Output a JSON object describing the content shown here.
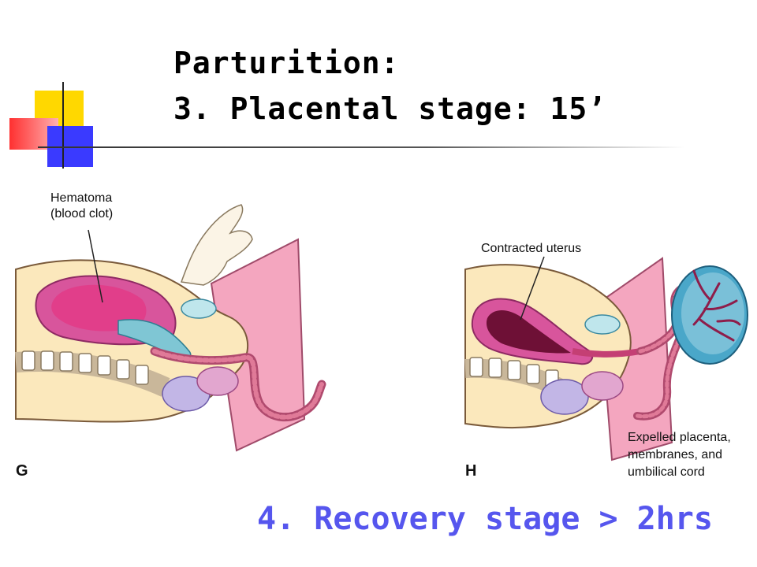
{
  "slide": {
    "title_line1": "Parturition:",
    "title_line2": "3. Placental stage: 15’",
    "footer": "4. Recovery stage > 2hrs"
  },
  "figure": {
    "left_panel": {
      "letter": "G",
      "callout_line1": "Hematoma",
      "callout_line2": "(blood clot)"
    },
    "right_panel": {
      "letter": "H",
      "callout_top": "Contracted uterus",
      "callout_bottom_line1": "Expelled placenta,",
      "callout_bottom_line2": "membranes, and",
      "callout_bottom_line3": "umbilical cord"
    }
  },
  "colors": {
    "footer_text": "#5656ee",
    "uterus": "#d8559c",
    "skin": "#fbe8bc",
    "placenta": "#4aa7c9"
  }
}
